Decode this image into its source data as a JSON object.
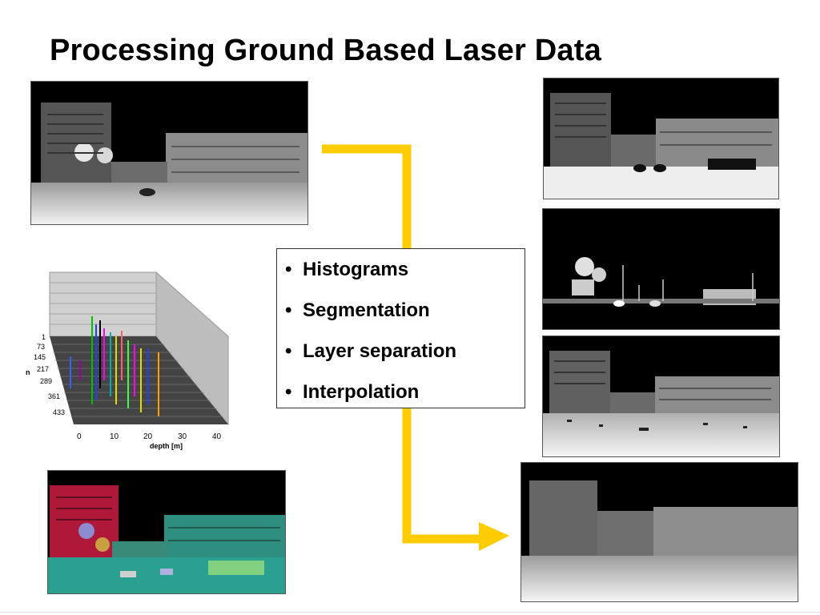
{
  "slide": {
    "title": "Processing Ground Based Laser Data"
  },
  "bullets": [
    "Histograms",
    "Segmentation",
    "Layer separation",
    "Interpolation"
  ],
  "bullet_marker": "•",
  "histogram": {
    "y_tick_labels": [
      "1",
      "73",
      "145",
      "217",
      "289",
      "361",
      "433"
    ],
    "y_axis_label": "n",
    "x_tick_labels": [
      "0",
      "10",
      "20",
      "30",
      "40"
    ],
    "x_axis_label": "depth [m]"
  },
  "colors": {
    "flow_arrow": "#FFCC00",
    "segment_building": "#B0183A",
    "segment_wall": "#2E8E80",
    "sky": "#000000",
    "ground_light": "#E8E8E8"
  },
  "icons": {
    "flow_arrow": "right-arrow-icon"
  }
}
